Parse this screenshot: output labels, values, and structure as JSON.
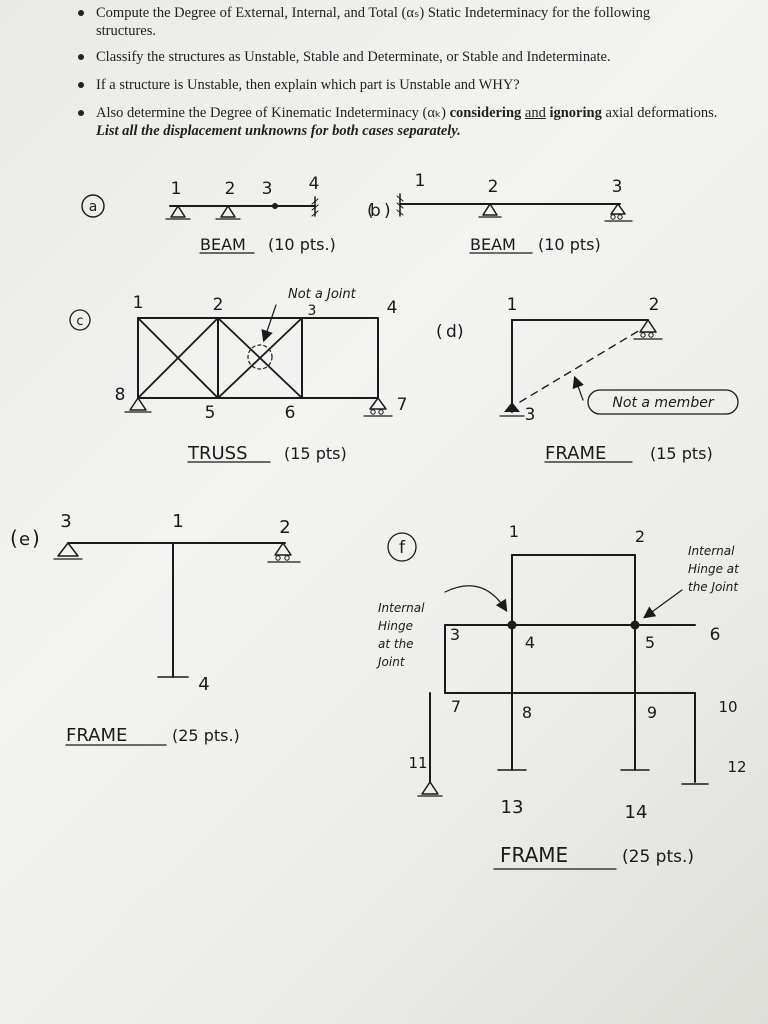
{
  "instructions": [
    "Compute the Degree of External, Internal, and Total (αₛ) Static Indeterminacy for the following structures.",
    "Classify the structures as Unstable, Stable and Determinate, or Stable and Indeterminate.",
    "If a structure is Unstable, then explain which part is Unstable and WHY?",
    {
      "lead": "Also determine the Degree of Kinematic Indeterminacy (αₖ) ",
      "bold1": "considering",
      "and": "and",
      "bold2": "ignoring",
      "rest": " axial deformations. ",
      "emph": "List all the displacement unknowns for both cases separately."
    }
  ],
  "figures": {
    "a": {
      "tag": "a",
      "title": "BEAM",
      "points": "(10 pts.)",
      "nodes": [
        "1",
        "2",
        "3",
        "4"
      ]
    },
    "b": {
      "tag": "b",
      "title": "BEAM",
      "points": "(10 pts)",
      "nodes": [
        "1",
        "2",
        "3"
      ]
    },
    "c": {
      "tag": "c",
      "title": "TRUSS",
      "points": "(15 pts)",
      "nodes": [
        "1",
        "2",
        "3",
        "4",
        "5",
        "6",
        "7",
        "8"
      ],
      "note": "Not a Joint"
    },
    "d": {
      "tag": "d",
      "title": "FRAME",
      "points": "(15 pts)",
      "nodes": [
        "1",
        "2",
        "3"
      ],
      "note": "Not a member"
    },
    "e": {
      "tag": "e",
      "title": "FRAME",
      "points": "(25 pts.)",
      "nodes": [
        "1",
        "2",
        "3",
        "4"
      ]
    },
    "f": {
      "tag": "f",
      "title": "FRAME",
      "points": "(25 pts.)",
      "nodes": [
        "1",
        "2",
        "3",
        "4",
        "5",
        "6",
        "7",
        "8",
        "9",
        "10",
        "11",
        "12",
        "13",
        "14"
      ],
      "note_left": [
        "Internal",
        "Hinge",
        "at the",
        "Joint"
      ],
      "note_right": [
        "Internal",
        "Hinge at",
        "the Joint"
      ]
    }
  }
}
